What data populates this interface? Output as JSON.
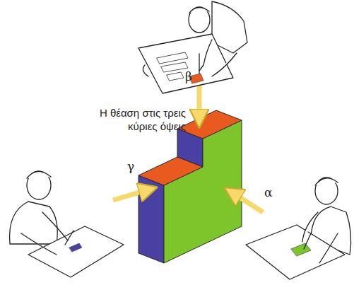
{
  "diagram": {
    "labels": [
      "Η θέαση στις τρεις κύριες όψεις",
      "β",
      "γ",
      "α"
    ]
  }
}
